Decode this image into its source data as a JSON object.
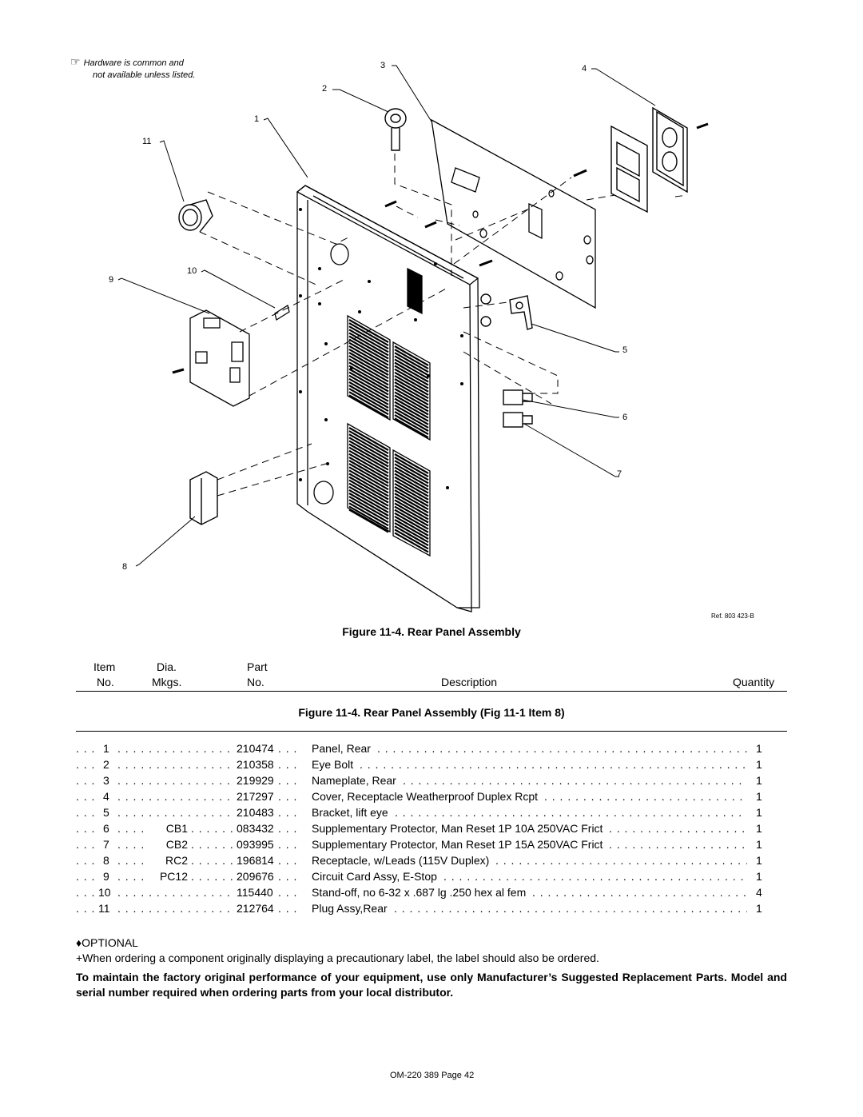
{
  "note": {
    "symbol": "☞",
    "line1": "Hardware is common and",
    "line2": "not available unless listed."
  },
  "callouts": [
    "1",
    "2",
    "3",
    "4",
    "5",
    "6",
    "7",
    "8",
    "9",
    "10",
    "11"
  ],
  "ref_label": "Ref. 803 423-B",
  "figure_title": "Figure 11-4. Rear Panel Assembly",
  "table": {
    "headers": {
      "item1": "Item",
      "item2": "No.",
      "dia1": "Dia.",
      "dia2": "Mkgs.",
      "part1": "Part",
      "part2": "No.",
      "description": "Description",
      "quantity": "Quantity"
    },
    "section_title": "Figure 11-4. Rear Panel Assembly (Fig 11-1 Item 8)",
    "rows": [
      {
        "item": "1",
        "dia": "",
        "part": "210474",
        "desc": "Panel, Rear",
        "qty": "1"
      },
      {
        "item": "2",
        "dia": "",
        "part": "210358",
        "desc": "Eye Bolt",
        "qty": "1"
      },
      {
        "item": "3",
        "dia": "",
        "part": "219929",
        "desc": "Nameplate, Rear",
        "qty": "1"
      },
      {
        "item": "4",
        "dia": "",
        "part": "217297",
        "desc": "Cover, Receptacle Weatherproof Duplex Rcpt",
        "qty": "1"
      },
      {
        "item": "5",
        "dia": "",
        "part": "210483",
        "desc": "Bracket, lift eye",
        "qty": "1"
      },
      {
        "item": "6",
        "dia": "CB1",
        "part": "083432",
        "desc": "Supplementary Protector, Man Reset 1P 10A 250VAC Frict",
        "qty": "1"
      },
      {
        "item": "7",
        "dia": "CB2",
        "part": "093995",
        "desc": "Supplementary Protector, Man Reset 1P 15A 250VAC Frict",
        "qty": "1"
      },
      {
        "item": "8",
        "dia": "RC2",
        "part": "196814",
        "desc": "Receptacle, w/Leads (115V Duplex)",
        "qty": "1"
      },
      {
        "item": "9",
        "dia": "PC12",
        "part": "209676",
        "desc": "Circuit Card Assy, E-Stop",
        "qty": "1"
      },
      {
        "item": "10",
        "dia": "",
        "part": "115440",
        "desc": "Stand-off, no 6-32 x .687 lg .250 hex al fem",
        "qty": "4"
      },
      {
        "item": "11",
        "dia": "",
        "part": "212764",
        "desc": "Plug Assy,Rear",
        "qty": "1"
      }
    ]
  },
  "optional": "♦OPTIONAL",
  "ordering_note": "+When ordering a component originally displaying a precautionary label, the label should also be ordered.",
  "notice": "To maintain the factory original performance of your equipment, use only Manufacturer’s Suggested Replacement Parts. Model and serial number required when ordering parts from your local distributor.",
  "page_footer": "OM-220 389 Page 42"
}
